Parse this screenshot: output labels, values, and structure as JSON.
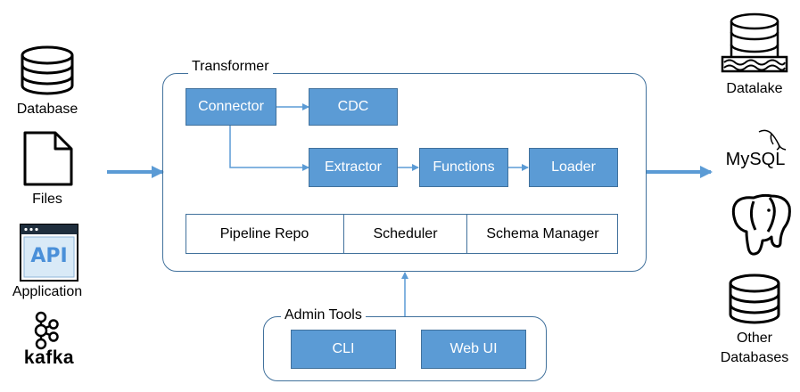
{
  "sources": {
    "database": "Database",
    "files": "Files",
    "application": "Application",
    "api_text": "API",
    "kafka": "kafka"
  },
  "transformer": {
    "title": "Transformer",
    "connector": "Connector",
    "cdc": "CDC",
    "extractor": "Extractor",
    "functions": "Functions",
    "loader": "Loader",
    "pipeline_repo": "Pipeline Repo",
    "scheduler": "Scheduler",
    "schema_manager": "Schema Manager"
  },
  "admin": {
    "title": "Admin Tools",
    "cli": "CLI",
    "web_ui": "Web UI"
  },
  "targets": {
    "datalake": "Datalake",
    "mysql": "MySQL",
    "other_databases_line1": "Other",
    "other_databases_line2": "Databases"
  },
  "colors": {
    "box_fill": "#5b9bd5",
    "box_border": "#41719c",
    "arrow": "#5b9bd5"
  }
}
